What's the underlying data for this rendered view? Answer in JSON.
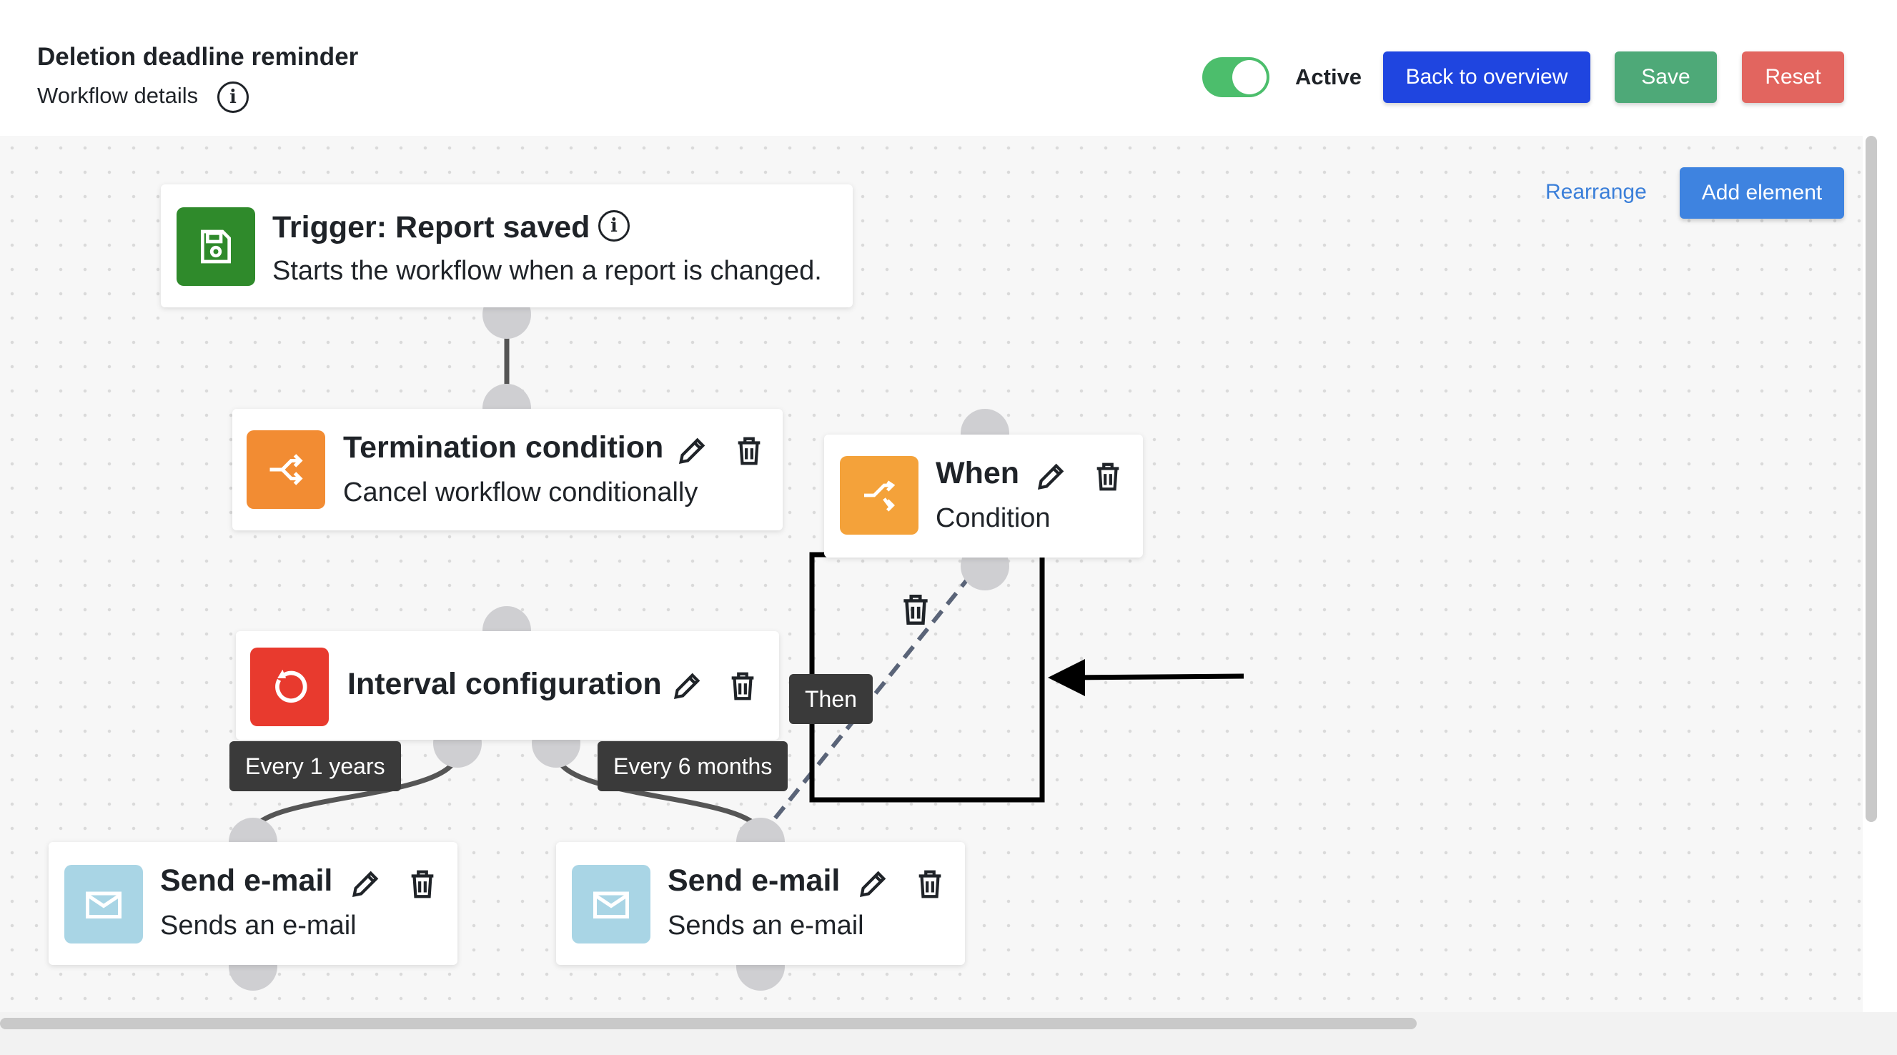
{
  "header": {
    "title": "Deletion deadline reminder",
    "subtitle": "Workflow details",
    "active_label": "Active",
    "active": true,
    "buttons": {
      "back": "Back to overview",
      "save": "Save",
      "reset": "Reset"
    }
  },
  "canvas": {
    "rearrange": "Rearrange",
    "add_element": "Add element"
  },
  "nodes": {
    "trigger": {
      "title": "Trigger: Report saved",
      "desc": "Starts the workflow when a report is changed.",
      "icon": "floppy-disk-icon",
      "color": "#2f8a2b"
    },
    "termination": {
      "title": "Termination condition",
      "desc": "Cancel workflow conditionally",
      "icon": "branch-icon",
      "color": "#f28c33"
    },
    "when": {
      "title": "When",
      "desc": "Condition",
      "icon": "shuffle-icon",
      "color": "#f4a23a"
    },
    "interval": {
      "title": "Interval configuration",
      "icon": "refresh-icon",
      "color": "#e83a2e"
    },
    "email1": {
      "title": "Send e-mail",
      "desc": "Sends an e-mail",
      "icon": "envelope-icon",
      "color": "#a9d5e5"
    },
    "email2": {
      "title": "Send e-mail",
      "desc": "Sends an e-mail",
      "icon": "envelope-icon",
      "color": "#a9d5e5"
    }
  },
  "edge_labels": {
    "every1": "Every 1 years",
    "every6": "Every 6 months",
    "then": "Then"
  }
}
